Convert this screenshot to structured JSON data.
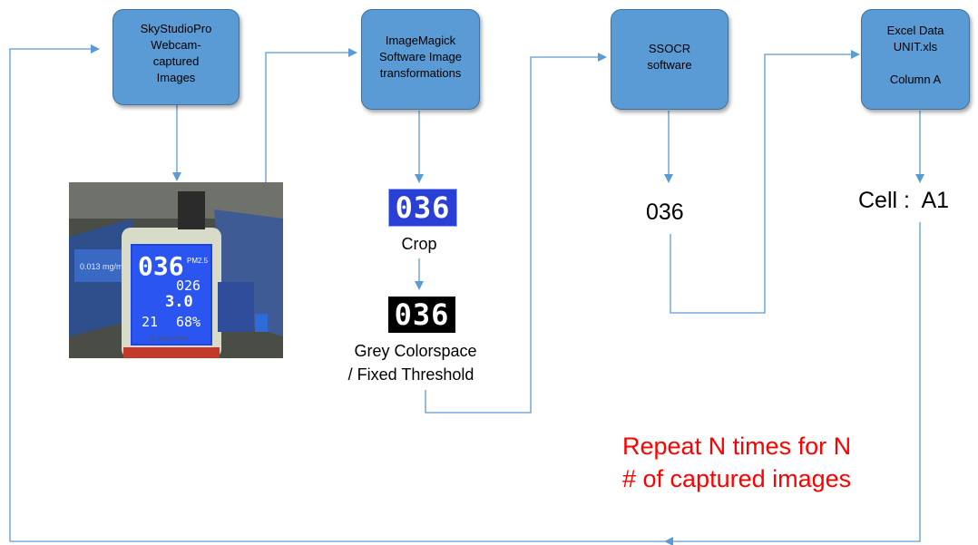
{
  "boxes": {
    "sky": [
      "SkyStudioPro",
      "Webcam-",
      "captured",
      "Images"
    ],
    "magick": [
      "ImageMagick",
      "Software Image",
      "transformations"
    ],
    "ssocr": [
      "SSOCR",
      "software"
    ],
    "excel": [
      "Excel Data",
      "UNIT.xls",
      "",
      "Column A"
    ]
  },
  "crop_sample": "036",
  "crop_label": "Crop",
  "threshold_sample": "036",
  "threshold_label": [
    "Grey Colorspace",
    "/ Fixed Threshold"
  ],
  "ocr_result": "036",
  "cell_label": "Cell :  A1",
  "repeat_note": [
    "Repeat N times for N",
    "# of captured images"
  ],
  "photo": {
    "main_reading": "036",
    "unit": "PM2.5",
    "row2": "026",
    "voc": "3.0",
    "temp": "21",
    "humidity": "68%",
    "device_label": "Air Quality Meter",
    "screen_text": "0.013 mg/m"
  },
  "colors": {
    "box_fill": "#5b9bd5",
    "line": "#5b9bd5",
    "note": "#ff0000",
    "lcd_bg": "#2a3fd6",
    "threshold_bg": "#000000"
  }
}
